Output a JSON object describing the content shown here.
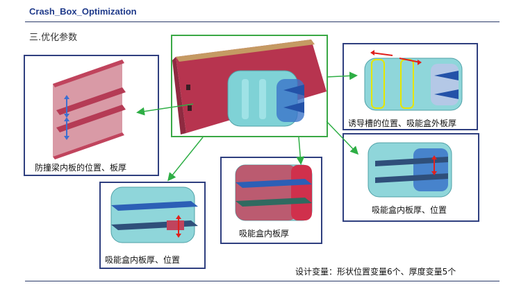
{
  "header": {
    "title": "Crash_Box_Optimization",
    "section": "三.优化参数"
  },
  "panels": {
    "beam": {
      "caption": "防撞梁内板的位置、板厚"
    },
    "groove": {
      "caption": "诱导槽的位置、吸能盒外板厚"
    },
    "inner_right": {
      "caption": "吸能盒内板厚、位置"
    },
    "inner_center": {
      "caption": "吸能盒内板厚"
    },
    "inner_left": {
      "caption": "吸能盒内板厚、位置"
    }
  },
  "footer": {
    "summary": "设计变量：形状位置变量6个、厚度变量5个"
  },
  "colors": {
    "title": "#1f3a8a",
    "border": "#2f3f7f",
    "green_border": "#3aa845",
    "arrow": "#2eae45",
    "box": "#7fd2d6",
    "beam": "#c0445d",
    "inner_plate": "#2c5fb6",
    "groove_marker": "#e6e600"
  },
  "icons": {
    "variable_arrow": "double-arrow-icon"
  }
}
